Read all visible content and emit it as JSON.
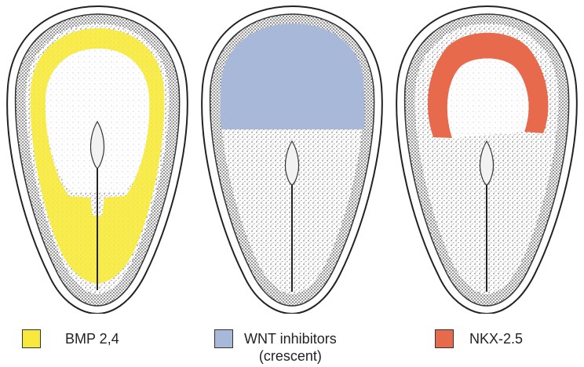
{
  "figure": {
    "panels": [
      {
        "id": "bmp",
        "marker": "BMP 2,4",
        "color": "#f7ea3c"
      },
      {
        "id": "wnt",
        "marker": "WNT inhibitors",
        "marker_sub": "(crescent)",
        "color": "#a8b8d8"
      },
      {
        "id": "nkx",
        "marker": "NKX-2.5",
        "color": "#e86a4c"
      }
    ]
  },
  "legend": {
    "items": [
      {
        "label": "BMP 2,4",
        "sublabel": "",
        "color": "#f7ea3c"
      },
      {
        "label": "WNT inhibitors",
        "sublabel": "(crescent)",
        "color": "#a8b8d8"
      },
      {
        "label": "NKX-2.5",
        "sublabel": "",
        "color": "#e86a4c"
      }
    ]
  }
}
